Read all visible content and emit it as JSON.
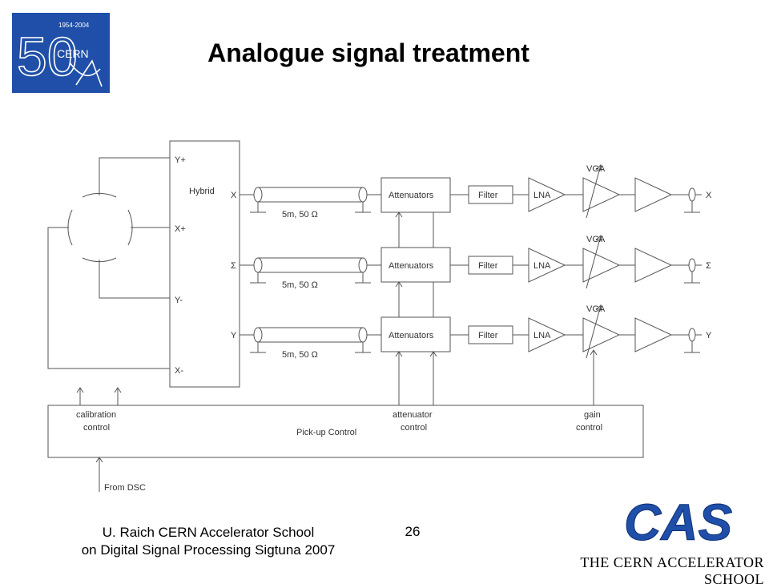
{
  "slide": {
    "title": "Analogue signal treatment",
    "page_number": "26"
  },
  "cern_logo": {
    "years": "1954-2004",
    "number": "50",
    "name": "CERN",
    "color": "#1f4fa8"
  },
  "footer": {
    "line1": "U. Raich  CERN Accelerator School",
    "line2": "on Digital Signal Processing  Sigtuna 2007"
  },
  "cas_logo": {
    "text": "CAS",
    "school": "THE CERN ACCELERATOR SCHOOL",
    "color": "#1f4fa8"
  },
  "diagram": {
    "hybrid": {
      "label": "Hybrid",
      "inputs": [
        "Y+",
        "X+",
        "Y-",
        "X-"
      ]
    },
    "channels": [
      {
        "hybrid_output": "X",
        "cable": "5m, 50 Ω",
        "attenuator": "Attenuators",
        "filter": "Filter",
        "lna": "LNA",
        "vga": "VGA",
        "output": "X"
      },
      {
        "hybrid_output": "Σ",
        "cable": "5m, 50 Ω",
        "attenuator": "Attenuators",
        "filter": "Filter",
        "lna": "LNA",
        "vga": "VGA",
        "output": "Σ"
      },
      {
        "hybrid_output": "Y",
        "cable": "5m, 50 Ω",
        "attenuator": "Attenuators",
        "filter": "Filter",
        "lna": "LNA",
        "vga": "VGA",
        "output": "Y"
      }
    ],
    "control_box": {
      "title": "Pick-up Control",
      "calibration_line1": "calibration",
      "calibration_line2": "control",
      "attenuator_line1": "attenuator",
      "attenuator_line2": "control",
      "gain_line1": "gain",
      "gain_line2": "control",
      "from_dsc": "From DSC"
    }
  }
}
